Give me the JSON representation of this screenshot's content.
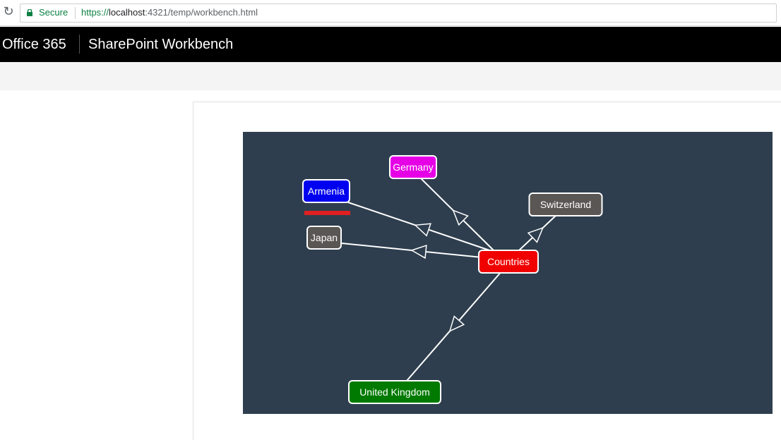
{
  "browser": {
    "secure_label": "Secure",
    "url_scheme": "https://",
    "url_host": "localhost",
    "url_path": ":4321/temp/workbench.html",
    "reload_icon": "reload-icon"
  },
  "suite_bar": {
    "brand": "Office 365",
    "app_title": "SharePoint Workbench"
  },
  "graph": {
    "background": "#2e3e4e",
    "edge_color": "#ffffff",
    "nodes": [
      {
        "id": "germany",
        "label": "Germany",
        "fill": "#e600e6",
        "text_color": "#ffffff"
      },
      {
        "id": "armenia",
        "label": "Armenia",
        "fill": "#0000f0",
        "text_color": "#ffffff"
      },
      {
        "id": "switzerland",
        "label": "Switzerland",
        "fill": "#5a5653",
        "text_color": "#ffffff"
      },
      {
        "id": "japan",
        "label": "Japan",
        "fill": "#5a5653",
        "text_color": "#ffffff"
      },
      {
        "id": "countries",
        "label": "Countries",
        "fill": "#f00000",
        "text_color": "#ffffff"
      },
      {
        "id": "uk",
        "label": "United Kingdom",
        "fill": "#007a00",
        "text_color": "#ffffff"
      }
    ],
    "edges": [
      {
        "from": "countries",
        "to": "armenia"
      },
      {
        "from": "countries",
        "to": "germany"
      },
      {
        "from": "countries",
        "to": "japan"
      },
      {
        "from": "countries",
        "to": "switzerland"
      },
      {
        "from": "countries",
        "to": "uk"
      }
    ],
    "highlight_color": "#e02020"
  }
}
